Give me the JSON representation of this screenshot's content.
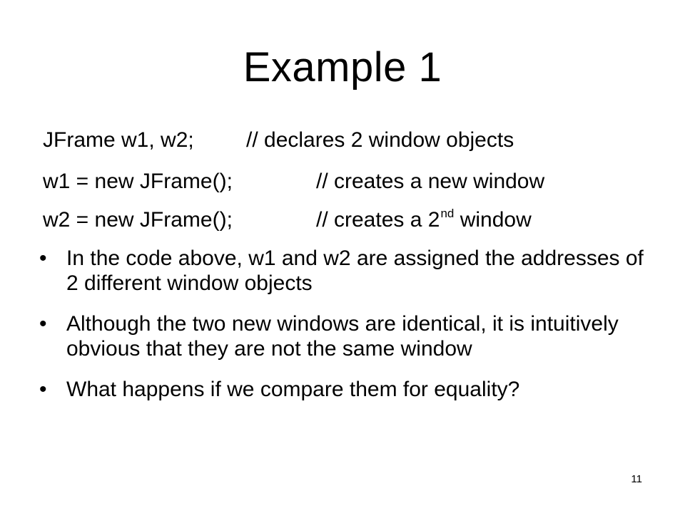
{
  "slide": {
    "title": "Example 1",
    "code_lines": [
      {
        "statement": "JFrame w1, w2;",
        "comment": "// declares 2 window objects"
      },
      {
        "statement": "w1 = new JFrame();",
        "comment": "// creates a new window"
      },
      {
        "statement": "w2 = new JFrame();",
        "comment_before_sup": "// creates a 2",
        "comment_sup": "nd",
        "comment_after_sup": " window"
      }
    ],
    "bullet_marker": "•",
    "bullets": [
      "In the code above, w1 and w2 are assigned the addresses of 2 different window objects",
      "Although the two new windows are identical, it is intuitively obvious that they are not the same window",
      "What happens if we compare them for equality?"
    ],
    "page_number": "11"
  }
}
